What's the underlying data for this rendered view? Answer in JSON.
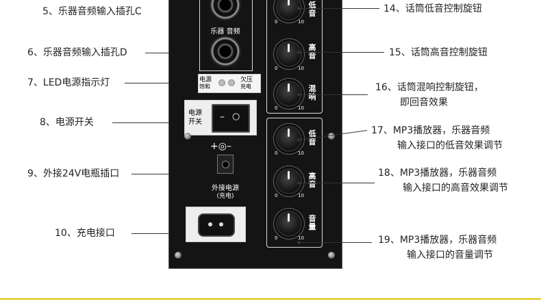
{
  "left_labels": [
    {
      "text": "5、乐器音频输入插孔C"
    },
    {
      "text": "6、乐器音频输入插孔D"
    },
    {
      "text": "7、LED电源指示灯"
    },
    {
      "text": "8、电源开关"
    },
    {
      "text": "9、外接24V电瓶插口"
    },
    {
      "text": "10、充电接口"
    }
  ],
  "right_labels": [
    {
      "text": "14、话筒低音控制旋钮"
    },
    {
      "text": "15、话筒高音控制旋钮"
    },
    {
      "line1": "16、话筒混响控制旋钮，",
      "line2": "即回音效果"
    },
    {
      "line1": "17、MP3播放器，乐器音频",
      "line2": "输入接口的低音效果调节"
    },
    {
      "line1": "18、MP3播放器，乐器音频",
      "line2": "输入接口的高音效果调节"
    },
    {
      "line1": "19、MP3播放器，乐器音频",
      "line2": "输入接口的音量调节"
    }
  ],
  "panel": {
    "jack_group_label": "乐器 音频",
    "led_left_top": "电源",
    "led_left_bottom": "饱和",
    "led_right_top": "欠压",
    "led_right_bottom": "充电",
    "switch_label_top": "电源",
    "switch_label_bottom": "开关",
    "switch_minus": "–",
    "switch_circle": "○",
    "dc_symbol": "+◎–",
    "dc_label": "外接电源",
    "dc_sub": "(充电)",
    "mic_knobs": [
      {
        "text": "低音",
        "min": "0",
        "max": "10"
      },
      {
        "text": "高音",
        "min": "0",
        "max": "10"
      },
      {
        "text": "混响",
        "min": "0",
        "max": "10"
      }
    ],
    "mp3_knobs": [
      {
        "text": "低音",
        "min": "0",
        "max": "10"
      },
      {
        "text": "高音",
        "min": "0",
        "max": "10"
      },
      {
        "text": "音量",
        "min": "0",
        "max": "10"
      }
    ]
  }
}
